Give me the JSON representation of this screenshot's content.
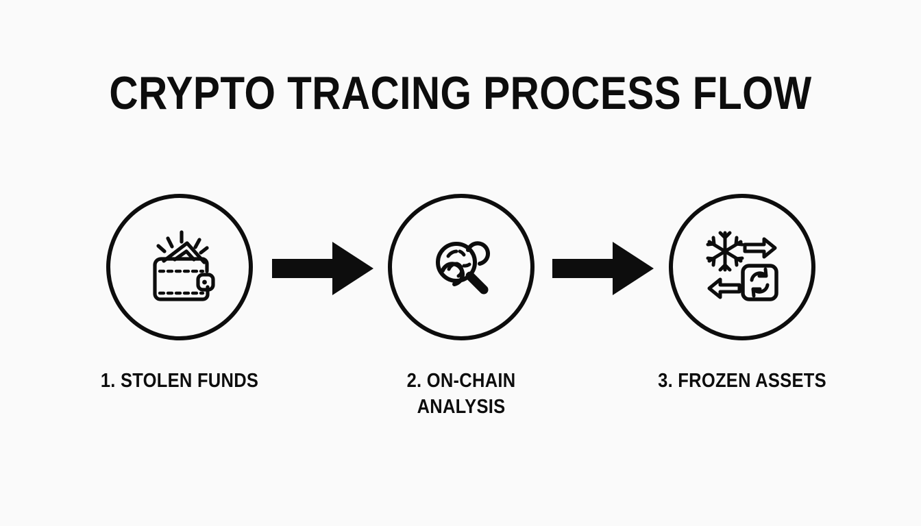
{
  "title": "CRYPTO TRACING PROCESS FLOW",
  "background_color": "#fafafa",
  "ink_color": "#0d0d0d",
  "steps": [
    {
      "number": "1.",
      "label": "1. STOLEN FUNDS",
      "icon": "wallet-with-cash-icon"
    },
    {
      "number": "2.",
      "label": "2. ON-CHAIN ANALYSIS",
      "icon": "magnifier-network-icon"
    },
    {
      "number": "3.",
      "label": "3. FROZEN ASSETS",
      "icon": "snowflake-transfer-sync-icon"
    }
  ],
  "connectors": [
    {
      "icon": "arrow-right-icon",
      "from": "1. STOLEN FUNDS",
      "to": "2. ON-CHAIN ANALYSIS"
    },
    {
      "icon": "arrow-right-icon",
      "from": "2. ON-CHAIN ANALYSIS",
      "to": "3. FROZEN ASSETS"
    }
  ]
}
